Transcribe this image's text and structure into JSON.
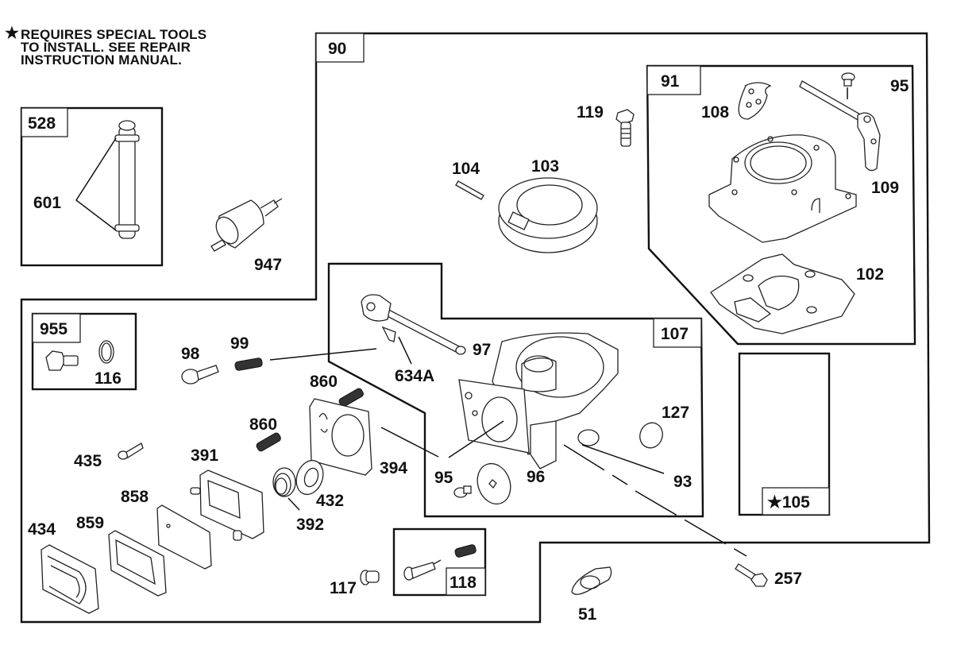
{
  "note": {
    "star": "★",
    "lines": [
      "REQUIRES SPECIAL TOOLS",
      "TO INSTALL.  SEE REPAIR",
      "INSTRUCTION MANUAL."
    ]
  },
  "kits": {
    "k528": "528",
    "k90": "90",
    "k91": "91",
    "k107": "107",
    "k955": "955",
    "k105": "★105",
    "k118": "118"
  },
  "parts": {
    "p601": "601",
    "p947": "947",
    "p119": "119",
    "p104": "104",
    "p103": "103",
    "p108": "108",
    "p95a": "95",
    "p109": "109",
    "p102": "102",
    "p116": "116",
    "p98": "98",
    "p99": "99",
    "p634A": "634A",
    "p97": "97",
    "p860a": "860",
    "p860b": "860",
    "p127": "127",
    "p435": "435",
    "p391": "391",
    "p394": "394",
    "p95b": "95",
    "p96": "96",
    "p93": "93",
    "p432": "432",
    "p858": "858",
    "p392": "392",
    "p434": "434",
    "p859": "859",
    "p117": "117",
    "p257": "257",
    "p51": "51"
  }
}
